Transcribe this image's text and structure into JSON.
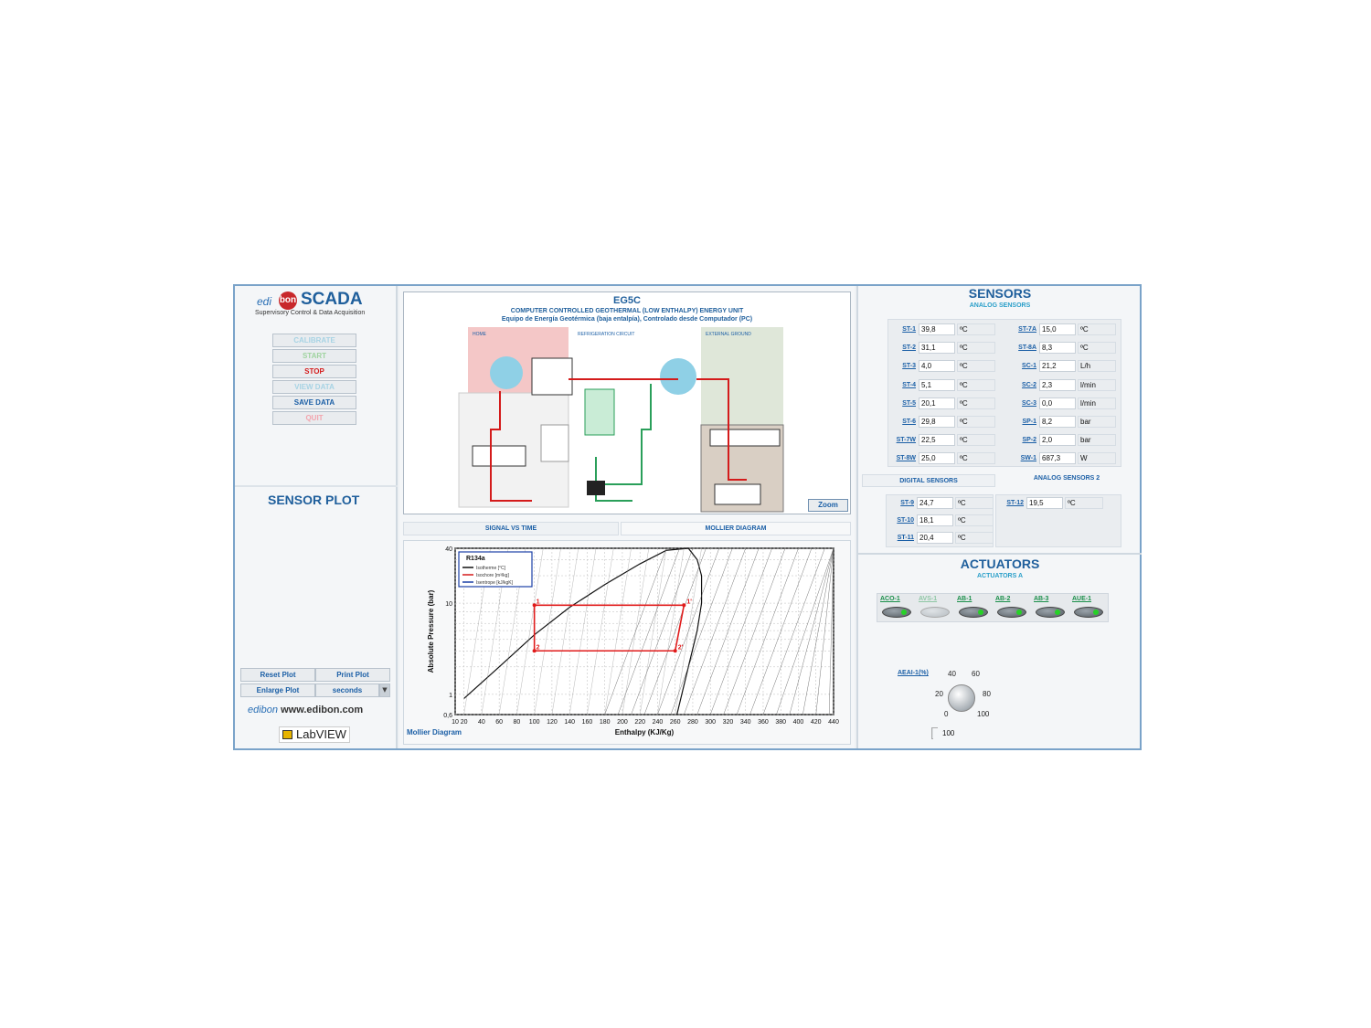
{
  "brand": {
    "edi": "edi",
    "bon": "bon",
    "scada": "SCADA",
    "subtitle": "Supervisory Control & Data Acquisition"
  },
  "controls": [
    {
      "label": "CALIBRATE",
      "state": "disabled"
    },
    {
      "label": "START",
      "state": "disabled"
    },
    {
      "label": "STOP",
      "state": "active"
    },
    {
      "label": "VIEW DATA",
      "state": "disabled"
    },
    {
      "label": "SAVE DATA",
      "state": "enabled"
    },
    {
      "label": "QUIT",
      "state": "disabled"
    }
  ],
  "sensor_plot": {
    "title": "SENSOR PLOT",
    "reset": "Reset Plot",
    "print": "Print Plot",
    "enlarge": "Enlarge Plot",
    "units": "seconds"
  },
  "footer": {
    "website": "www.edibon.com",
    "labview": "LabVIEW"
  },
  "diagram": {
    "title": "EG5C",
    "subtitle_en": "COMPUTER CONTROLLED GEOTHERMAL (LOW ENTHALPY) ENERGY UNIT",
    "subtitle_es": "Equipo de Energía Geotérmica (baja entalpía), Controlado desde Computador (PC)",
    "zoom": "Zoom"
  },
  "tabs": {
    "signal": "SIGNAL VS TIME",
    "mollier": "MOLLIER DIAGRAM"
  },
  "mollier": {
    "label": "Mollier Diagram"
  },
  "chart_data": {
    "type": "line",
    "title": "",
    "xlabel": "Enthalpy (KJ/Kg)",
    "ylabel": "Absolute Pressure (bar)",
    "xlim": [
      10,
      440
    ],
    "ylim": [
      0.6,
      40
    ],
    "y_scale": "log",
    "x_ticks": [
      10,
      20,
      40,
      60,
      80,
      100,
      120,
      140,
      160,
      180,
      200,
      220,
      240,
      260,
      280,
      300,
      320,
      340,
      360,
      380,
      400,
      420,
      440
    ],
    "y_ticks": [
      "0,6",
      "1",
      "10",
      "40"
    ],
    "legend": {
      "title": "R134a",
      "entries": [
        "Isotherme [°C]",
        "Isochore [m³/kg]",
        "Isentrope [kJ/kgK]"
      ],
      "colors": [
        "#111111",
        "#d41b1b",
        "#1b3fa6"
      ],
      "placement": "top-left"
    },
    "cycle_points": [
      {
        "label": "1",
        "h": 100,
        "p": 9.5
      },
      {
        "label": "1'",
        "h": 270,
        "p": 9.5
      },
      {
        "label": "2'",
        "h": 260,
        "p": 3.0
      },
      {
        "label": "2",
        "h": 100,
        "p": 3.0
      }
    ],
    "grid": true
  },
  "sensors": {
    "title": "SENSORS",
    "analog_title": "ANALOG SENSORS",
    "analog_left": [
      {
        "id": "ST-1",
        "value": "39,8",
        "unit": "ºC"
      },
      {
        "id": "ST-2",
        "value": "31,1",
        "unit": "ºC"
      },
      {
        "id": "ST-3",
        "value": "4,0",
        "unit": "ºC"
      },
      {
        "id": "ST-4",
        "value": "5,1",
        "unit": "ºC"
      },
      {
        "id": "ST-5",
        "value": "20,1",
        "unit": "ºC"
      },
      {
        "id": "ST-6",
        "value": "29,8",
        "unit": "ºC"
      },
      {
        "id": "ST-7W",
        "value": "22,5",
        "unit": "ºC"
      },
      {
        "id": "ST-8W",
        "value": "25,0",
        "unit": "ºC"
      }
    ],
    "analog_right": [
      {
        "id": "ST-7A",
        "value": "15,0",
        "unit": "ºC"
      },
      {
        "id": "ST-8A",
        "value": "8,3",
        "unit": "ºC"
      },
      {
        "id": "SC-1",
        "value": "21,2",
        "unit": "L/h"
      },
      {
        "id": "SC-2",
        "value": "2,3",
        "unit": "l/min"
      },
      {
        "id": "SC-3",
        "value": "0,0",
        "unit": "l/min"
      },
      {
        "id": "SP-1",
        "value": "8,2",
        "unit": "bar"
      },
      {
        "id": "SP-2",
        "value": "2,0",
        "unit": "bar"
      },
      {
        "id": "SW-1",
        "value": "687,3",
        "unit": "W"
      }
    ],
    "digital_title": "DIGITAL SENSORS",
    "analog2_title": "ANALOG SENSORS 2",
    "digital": [
      {
        "id": "ST-9",
        "value": "24,7",
        "unit": "ºC"
      },
      {
        "id": "ST-10",
        "value": "18,1",
        "unit": "ºC"
      },
      {
        "id": "ST-11",
        "value": "20,4",
        "unit": "ºC"
      }
    ],
    "analog2": [
      {
        "id": "ST-12",
        "value": "19,5",
        "unit": "ºC"
      }
    ]
  },
  "actuators": {
    "title": "ACTUATORS",
    "sub": "ACTUATORS A",
    "items": [
      {
        "id": "ACO-1",
        "on": true,
        "color": "#1b8f4a"
      },
      {
        "id": "AVS-1",
        "on": false,
        "color": "#8fc7a5"
      },
      {
        "id": "AB-1",
        "on": true,
        "color": "#1b8f4a"
      },
      {
        "id": "AB-2",
        "on": true,
        "color": "#1b8f4a"
      },
      {
        "id": "AB-3",
        "on": true,
        "color": "#1b8f4a"
      },
      {
        "id": "AUE-1",
        "on": true,
        "color": "#1b8f4a"
      }
    ],
    "knob": {
      "label": "AEAI-1(%)",
      "ticks": [
        "0",
        "20",
        "40",
        "60",
        "80",
        "100"
      ],
      "value": "100"
    }
  }
}
